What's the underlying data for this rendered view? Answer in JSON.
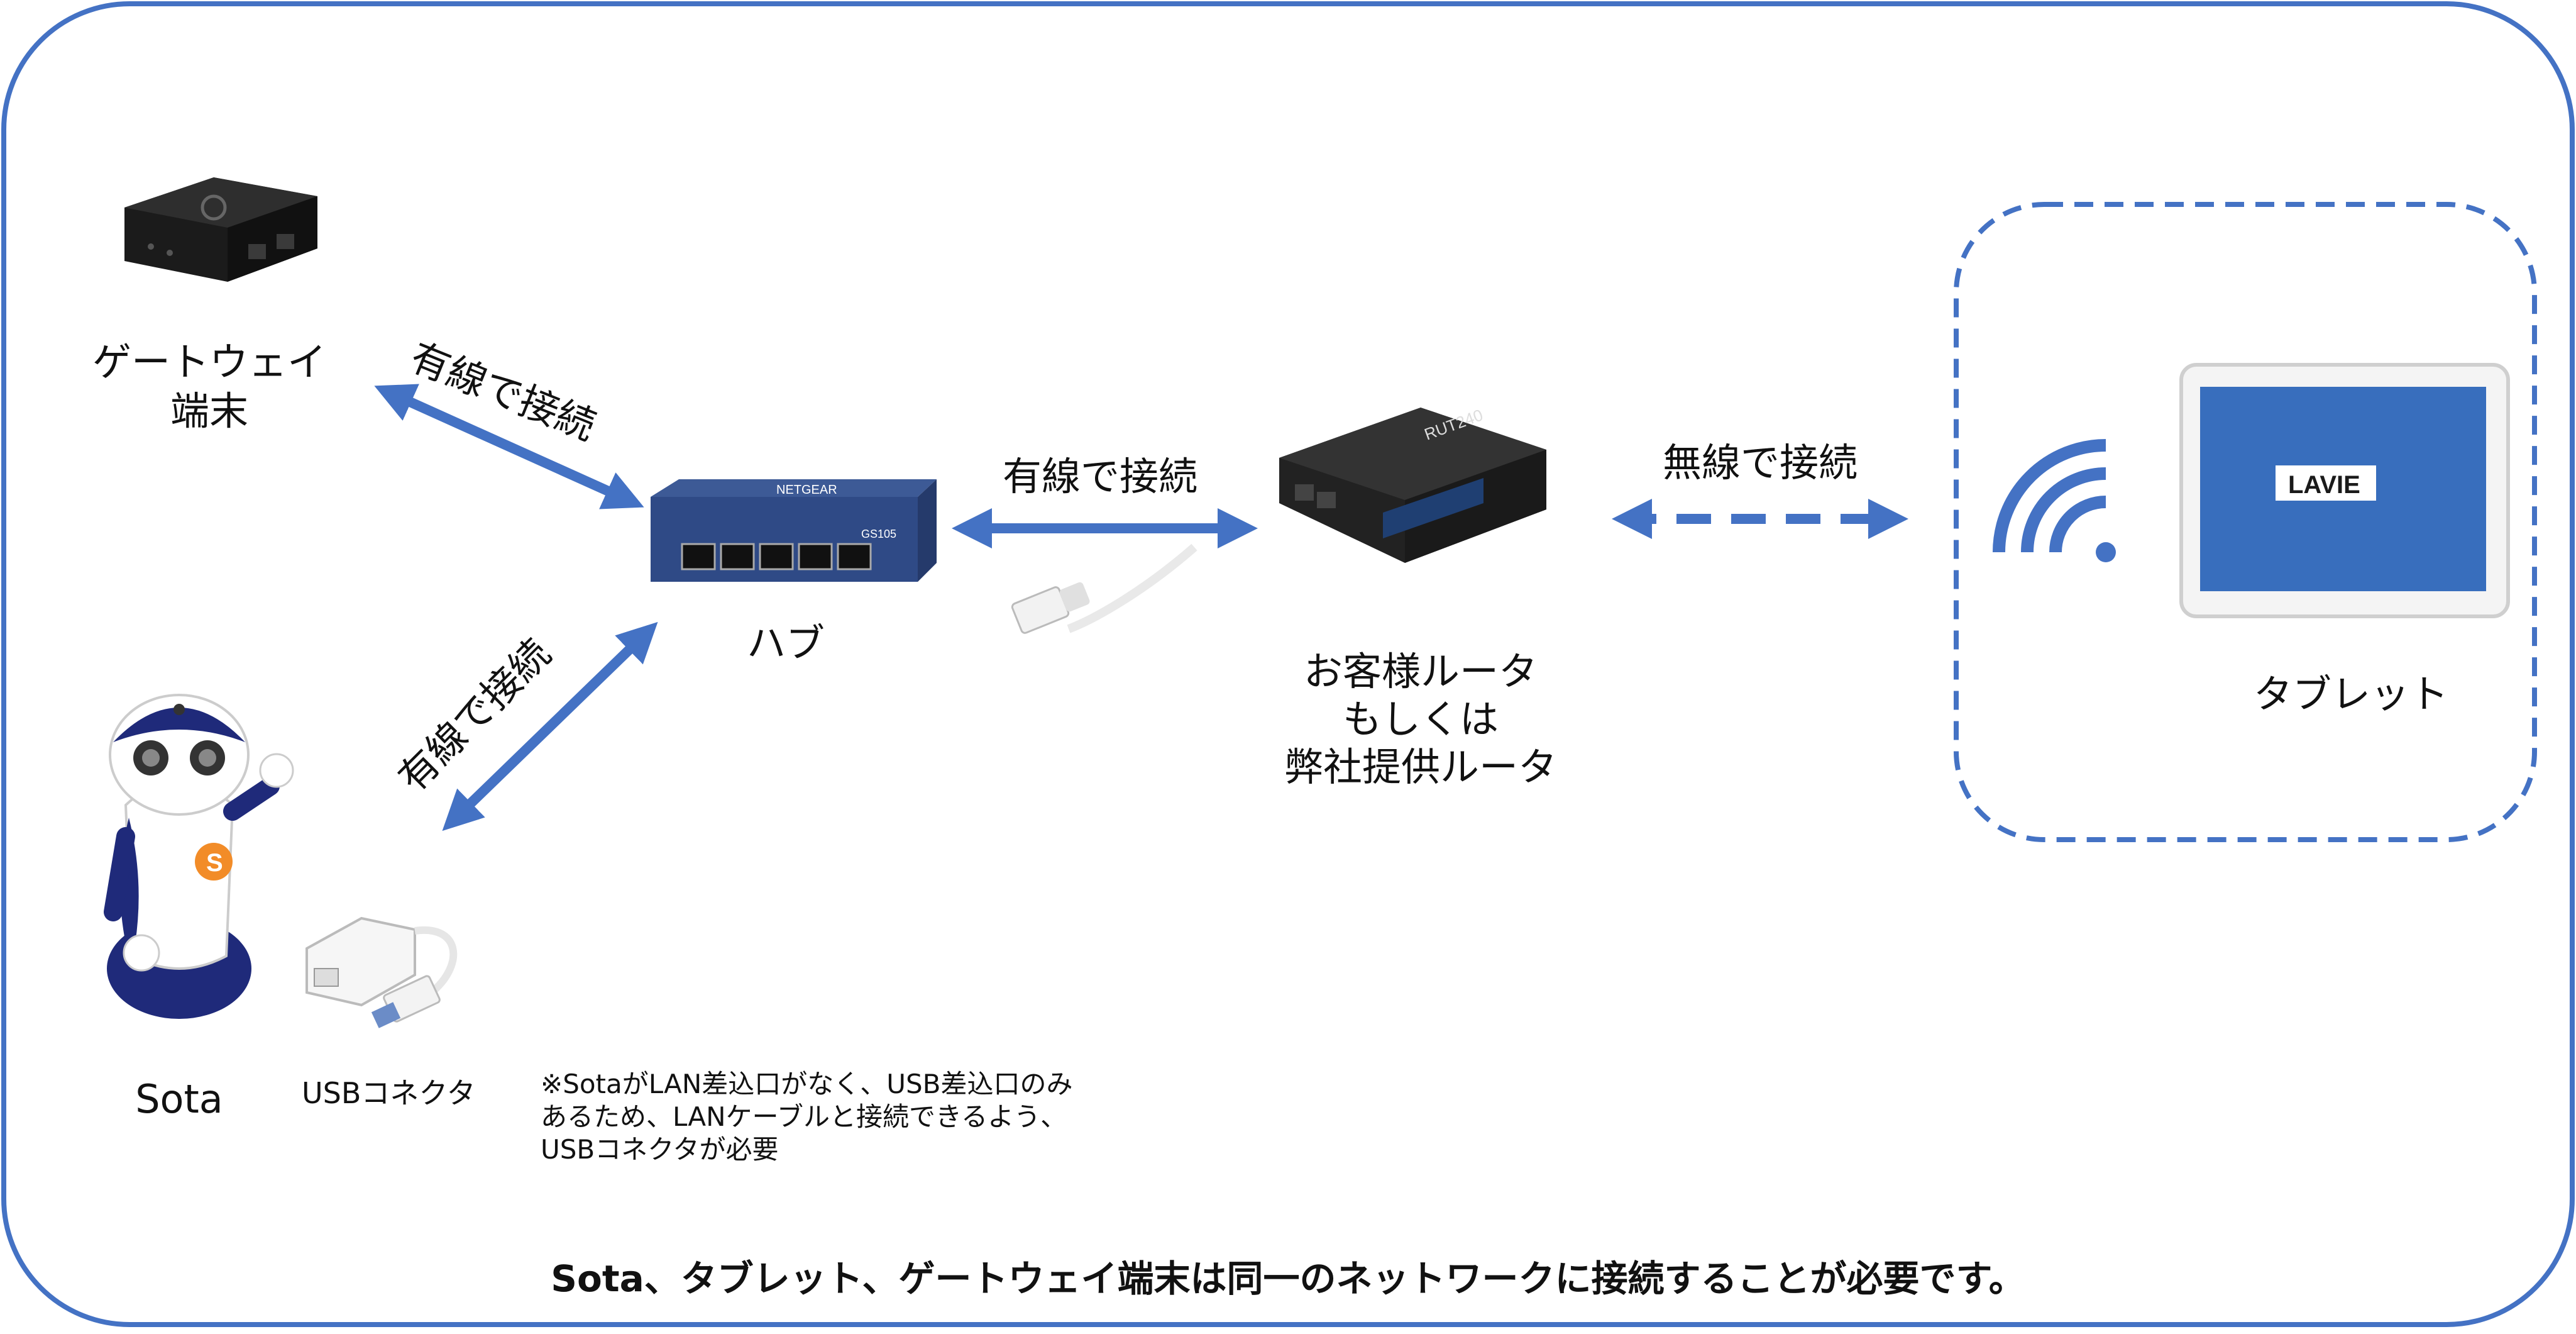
{
  "colors": {
    "accent": "#4472c4",
    "frame": "#4472c4"
  },
  "devices": {
    "gateway": {
      "name_line1": "ゲートウェイ",
      "name_line2": "端末"
    },
    "hub": {
      "name": "ハブ",
      "brand": "NETGEAR",
      "model": "GS105"
    },
    "router": {
      "name_line1": "お客様ルータ",
      "name_line2": "もしくは",
      "name_line3": "弊社提供ルータ",
      "brand": "RUT240"
    },
    "tablet": {
      "name": "タブレット",
      "screen_logo": "LAVIE"
    },
    "sota": {
      "name": "Sota"
    },
    "usb": {
      "name": "USBコネクタ"
    }
  },
  "links": {
    "gateway_hub": "有線で接続",
    "hub_sota": "有線で接続",
    "hub_router": "有線で接続",
    "router_tablet": "無線で接続"
  },
  "note": {
    "line1": "※SotaがLAN差込口がなく、USB差込口のみ",
    "line2": "あるため、LANケーブルと接続できるよう、",
    "line3": "USBコネクタが必要"
  },
  "footer": "Sota、タブレット、ゲートウェイ端末は同一のネットワークに接続することが必要です。"
}
